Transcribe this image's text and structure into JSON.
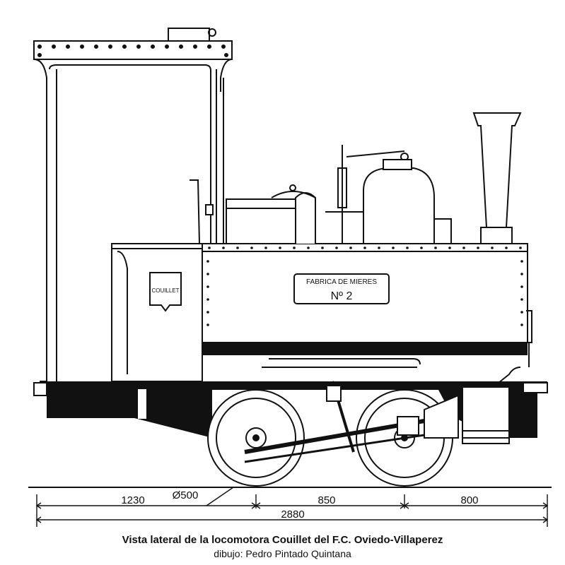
{
  "plates": {
    "builder": "COUILLET",
    "owner_line": "FABRICA DE MIERES",
    "number": "Nº 2"
  },
  "dimensions": {
    "front_overhang": "1230",
    "wheel_diameter": "Ø500",
    "wheelbase": "850",
    "rear_overhang": "800",
    "total_length": "2880"
  },
  "caption": {
    "title": "Vista lateral de la locomotora Couillet del F.C. Oviedo-Villaperez",
    "credit": "dibujo: Pedro Pintado Quintana"
  }
}
